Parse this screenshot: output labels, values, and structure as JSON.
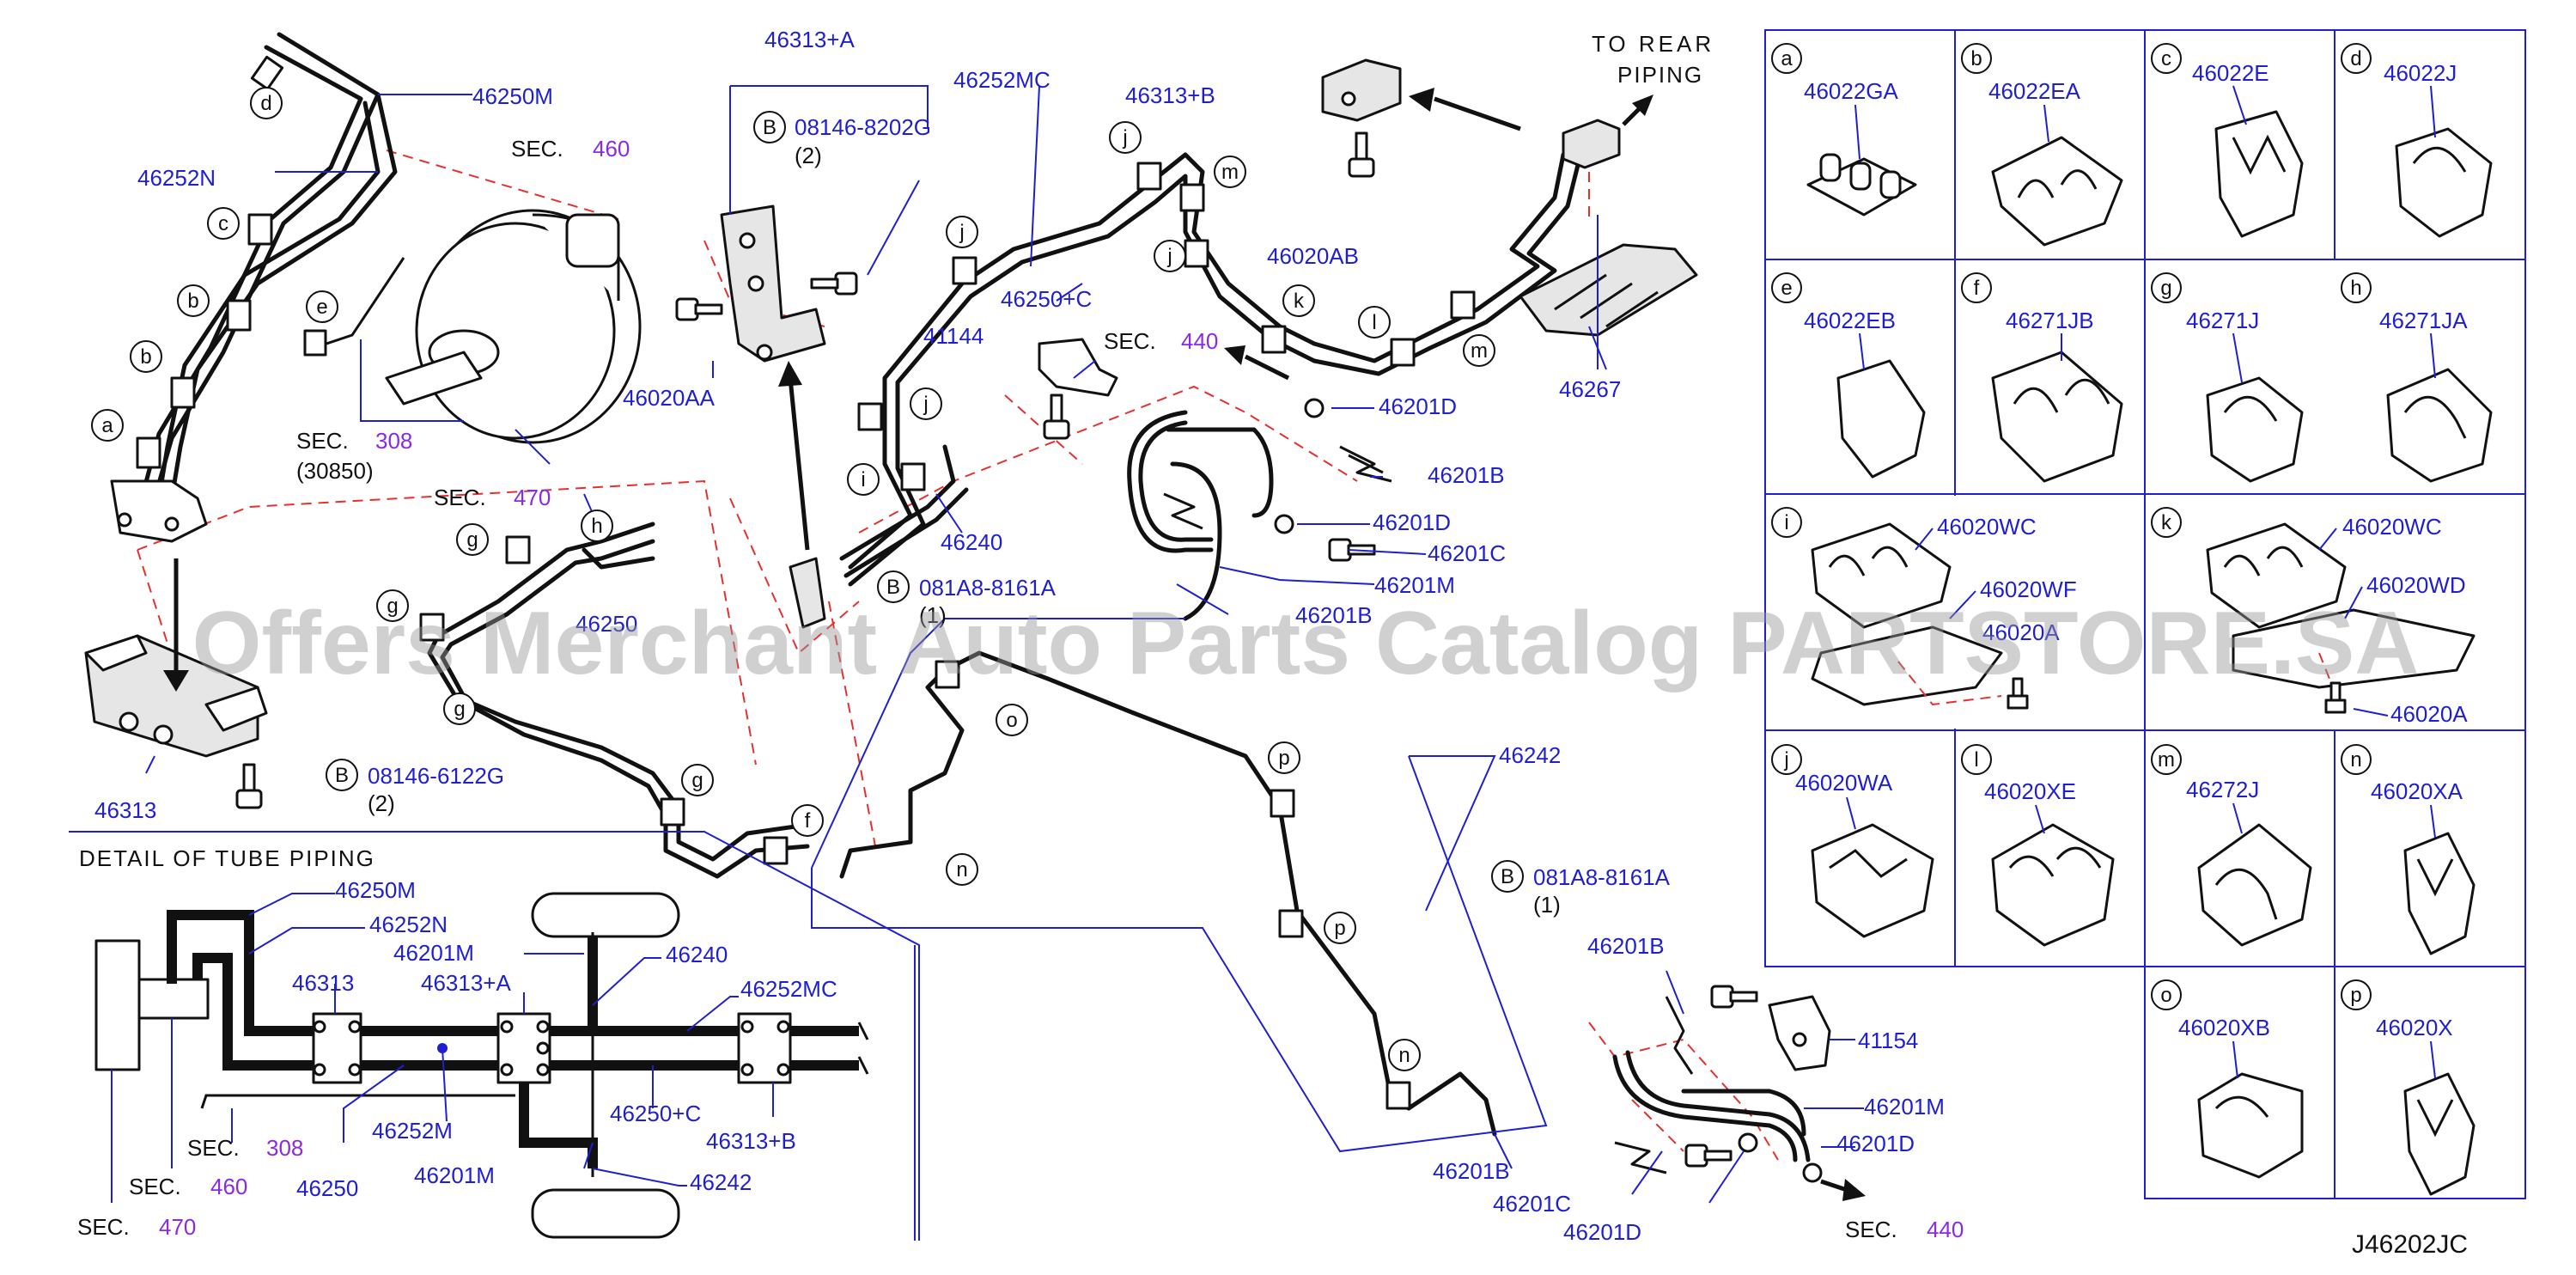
{
  "diagram": {
    "code": "J46202JC",
    "to_rear_line1": "TO REAR",
    "to_rear_line2": "PIPING",
    "detail_title": "DETAIL OF TUBE PIPING",
    "watermark": "Offers Merchant Auto Parts Catalog PARTSTORE.SA",
    "sec_label": "SEC.",
    "sec_460": "460",
    "sec_308": "308",
    "sec_308_sub": "(30850)",
    "sec_470": "470",
    "sec_440": "440",
    "bolt_letter": "B",
    "qty1": "(1)",
    "qty2": "(2)",
    "main_labels": [
      "46250M",
      "46252N",
      "46313",
      "08146-6122G",
      "46313+A",
      "08146-8202G",
      "46020AA",
      "46252MC",
      "46313+B",
      "46020AB",
      "46267",
      "46250+C",
      "41144",
      "46240",
      "081A8-8161A",
      "46250",
      "46201D",
      "46201B",
      "46201C",
      "46201M",
      "46242",
      "41154"
    ],
    "letters": [
      "a",
      "b",
      "c",
      "d",
      "e",
      "f",
      "g",
      "h",
      "i",
      "j",
      "k",
      "l",
      "m",
      "n",
      "o",
      "p"
    ],
    "legend": [
      {
        "letter": "a",
        "part": "46022GA"
      },
      {
        "letter": "b",
        "part": "46022EA"
      },
      {
        "letter": "c",
        "part": "46022E"
      },
      {
        "letter": "d",
        "part": "46022J"
      },
      {
        "letter": "e",
        "part": "46022EB"
      },
      {
        "letter": "f",
        "part": "46271JB"
      },
      {
        "letter": "g",
        "part": "46271J"
      },
      {
        "letter": "h",
        "part": "46271JA"
      },
      {
        "letter": "i",
        "part": "46020WC",
        "part2": "46020WF",
        "part3": "46020A"
      },
      {
        "letter": "k",
        "part": "46020WC",
        "part2": "46020WD",
        "part3": "46020A"
      },
      {
        "letter": "j",
        "part": "46020WA"
      },
      {
        "letter": "l",
        "part": "46020XE"
      },
      {
        "letter": "m",
        "part": "46272J"
      },
      {
        "letter": "n",
        "part": "46020XA"
      },
      {
        "letter": "o",
        "part": "46020XB"
      },
      {
        "letter": "p",
        "part": "46020X"
      }
    ],
    "detail_labels": [
      "46250M",
      "46252N",
      "46201M",
      "46240",
      "46313",
      "46313+A",
      "46252MC",
      "46250+C",
      "46313+B",
      "46252M",
      "46250",
      "46201M",
      "46242"
    ]
  }
}
